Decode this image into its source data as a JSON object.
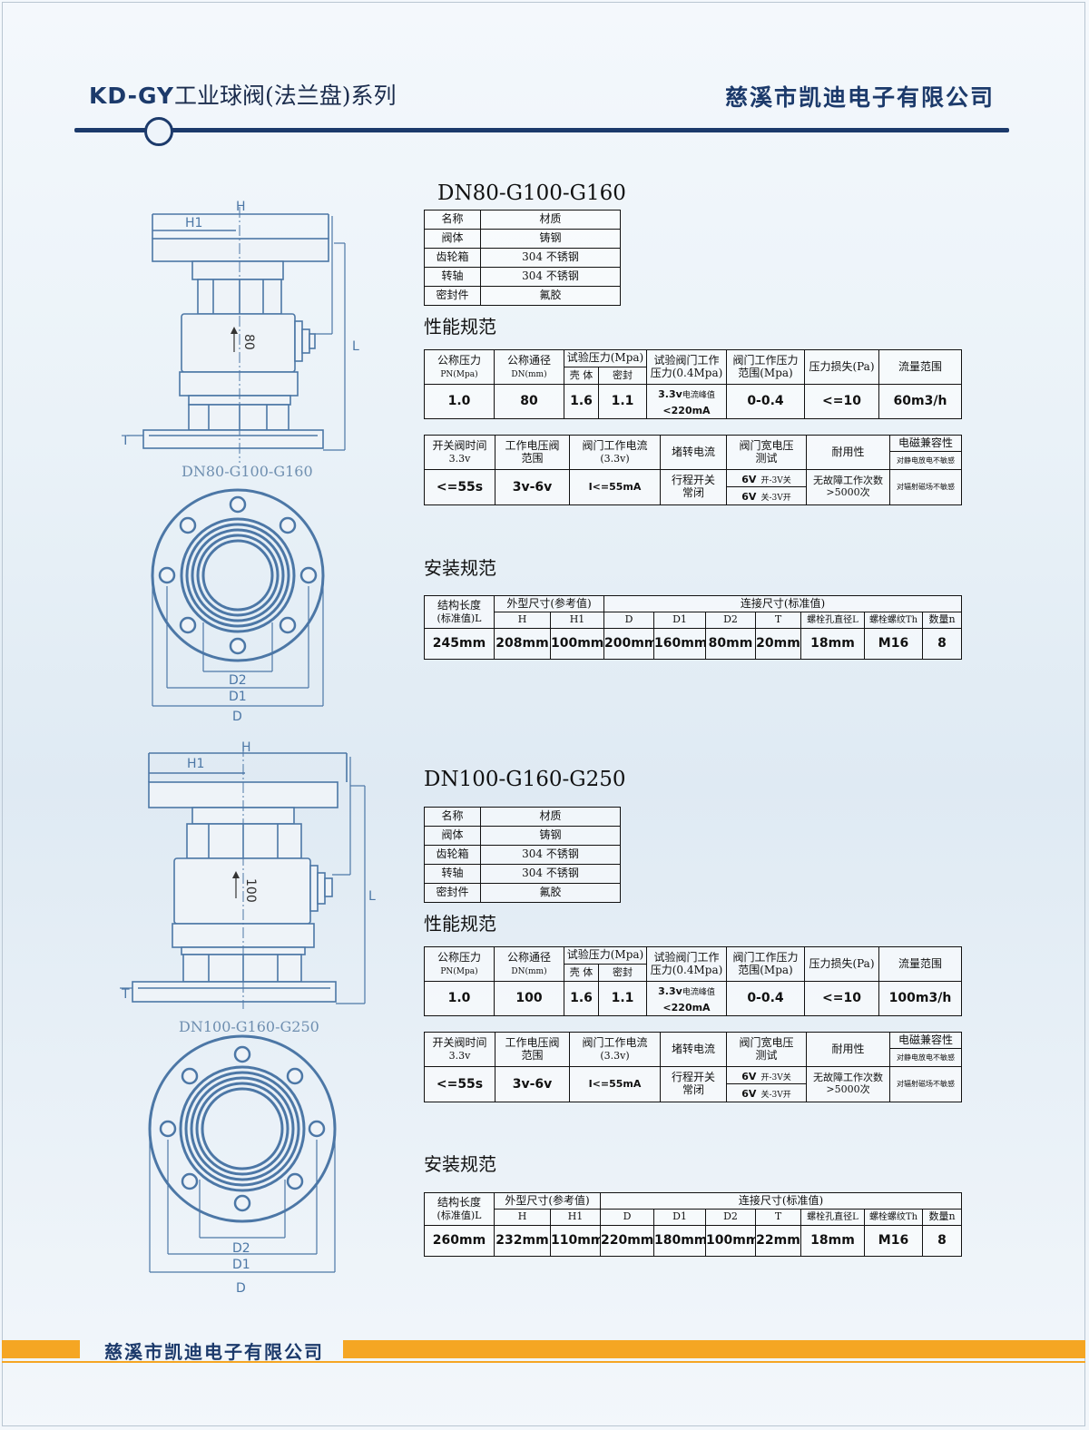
{
  "header": {
    "brand": "KD-GY",
    "series": "工业球阀(法兰盘)系列",
    "company": "慈溪市凯迪电子有限公司"
  },
  "footer": {
    "company": "慈溪市凯迪电子有限公司"
  },
  "section_labels": {
    "performance": "性能规范",
    "install": "安装规范"
  },
  "drawing_labels": {
    "H": "H",
    "H1": "H1",
    "L": "L",
    "T": "T",
    "D": "D",
    "D1": "D1",
    "D2": "D2"
  },
  "material_header": [
    "名称",
    "材质"
  ],
  "perf_headers": {
    "pn": "公称压力",
    "pn_unit": "PN(Mpa)",
    "dn": "公称通径",
    "dn_unit": "DN(mm)",
    "test": "试验压力(Mpa)",
    "shell": "壳 体",
    "seal": "密封",
    "valve_test": "试验阀门工作",
    "valve_test2": "压力(0.4Mpa)",
    "range": "阀门工作压力",
    "range2": "范围(Mpa)",
    "loss": "压力损失(Pa)",
    "flow": "流量范围"
  },
  "elec_headers": {
    "time": "开关阀时间",
    "time2": "3.3v",
    "volt": "工作电压阀",
    "volt2": "范围",
    "cur": "阀门工作电流",
    "cur2": "(3.3v)",
    "stall": "堵转电流",
    "wide": "阀门宽电压",
    "wide2": "测试",
    "life": "耐用性",
    "emc": "电磁兼容性",
    "emc1": "对静电放电不敏感",
    "emc2": "对辐射磁场不敏感"
  },
  "install_headers": {
    "len": "结构长度",
    "len2": "(标准值)L",
    "outer": "外型尺寸(参考值)",
    "conn": "连接尺寸(标准值)",
    "cols": [
      "H",
      "H1",
      "D",
      "D1",
      "D2",
      "T",
      "螺栓孔直径L",
      "螺栓螺纹Th",
      "数量n"
    ]
  },
  "models": [
    {
      "title": "DN80-G100-G160",
      "caption": "DN80-G100-G160",
      "dn_mark": "80",
      "materials": [
        [
          "阀体",
          "铸钢"
        ],
        [
          "齿轮箱",
          "304 不锈钢"
        ],
        [
          "转轴",
          "304 不锈钢"
        ],
        [
          "密封件",
          "氟胶"
        ]
      ],
      "perf": {
        "pn": "1.0",
        "dn": "80",
        "shell": "1.6",
        "seal": "1.1",
        "peak1": "3.3v",
        "peak2": "电流峰值",
        "peak3": "<220mA",
        "range": "0-0.4",
        "loss": "<=10",
        "flow": "60m3/h"
      },
      "elec": {
        "time": "<=55s",
        "volt": "3v-6v",
        "cur": "I<=55mA",
        "stall1": "行程开关",
        "stall2": "常闭",
        "w1a": "6V",
        "w1b": "开-3V关",
        "w2a": "6V",
        "w2b": "关-3V开",
        "life1": "无故障工作次数",
        "life2": ">5000次"
      },
      "install": [
        "245mm",
        "208mm",
        "100mm",
        "200mm",
        "160mm",
        "80mm",
        "20mm",
        "18mm",
        "M16",
        "8"
      ]
    },
    {
      "title": "DN100-G160-G250",
      "caption": "DN100-G160-G250",
      "dn_mark": "100",
      "materials": [
        [
          "阀体",
          "铸钢"
        ],
        [
          "齿轮箱",
          "304 不锈钢"
        ],
        [
          "转轴",
          "304 不锈钢"
        ],
        [
          "密封件",
          "氟胶"
        ]
      ],
      "perf": {
        "pn": "1.0",
        "dn": "100",
        "shell": "1.6",
        "seal": "1.1",
        "peak1": "3.3v",
        "peak2": "电流峰值",
        "peak3": "<220mA",
        "range": "0-0.4",
        "loss": "<=10",
        "flow": "100m3/h"
      },
      "elec": {
        "time": "<=55s",
        "volt": "3v-6v",
        "cur": "I<=55mA",
        "stall1": "行程开关",
        "stall2": "常闭",
        "w1a": "6V",
        "w1b": "开-3V关",
        "w2a": "6V",
        "w2b": "关-3V开",
        "life1": "无故障工作次数",
        "life2": ">5000次"
      },
      "install": [
        "260mm",
        "232mm",
        "110mm",
        "220mm",
        "180mm",
        "100mm",
        "22mm",
        "18mm",
        "M16",
        "8"
      ]
    }
  ],
  "colors": {
    "navy": "#1c3a6b",
    "orange": "#f5a623",
    "drawing": "#4c77a6"
  }
}
